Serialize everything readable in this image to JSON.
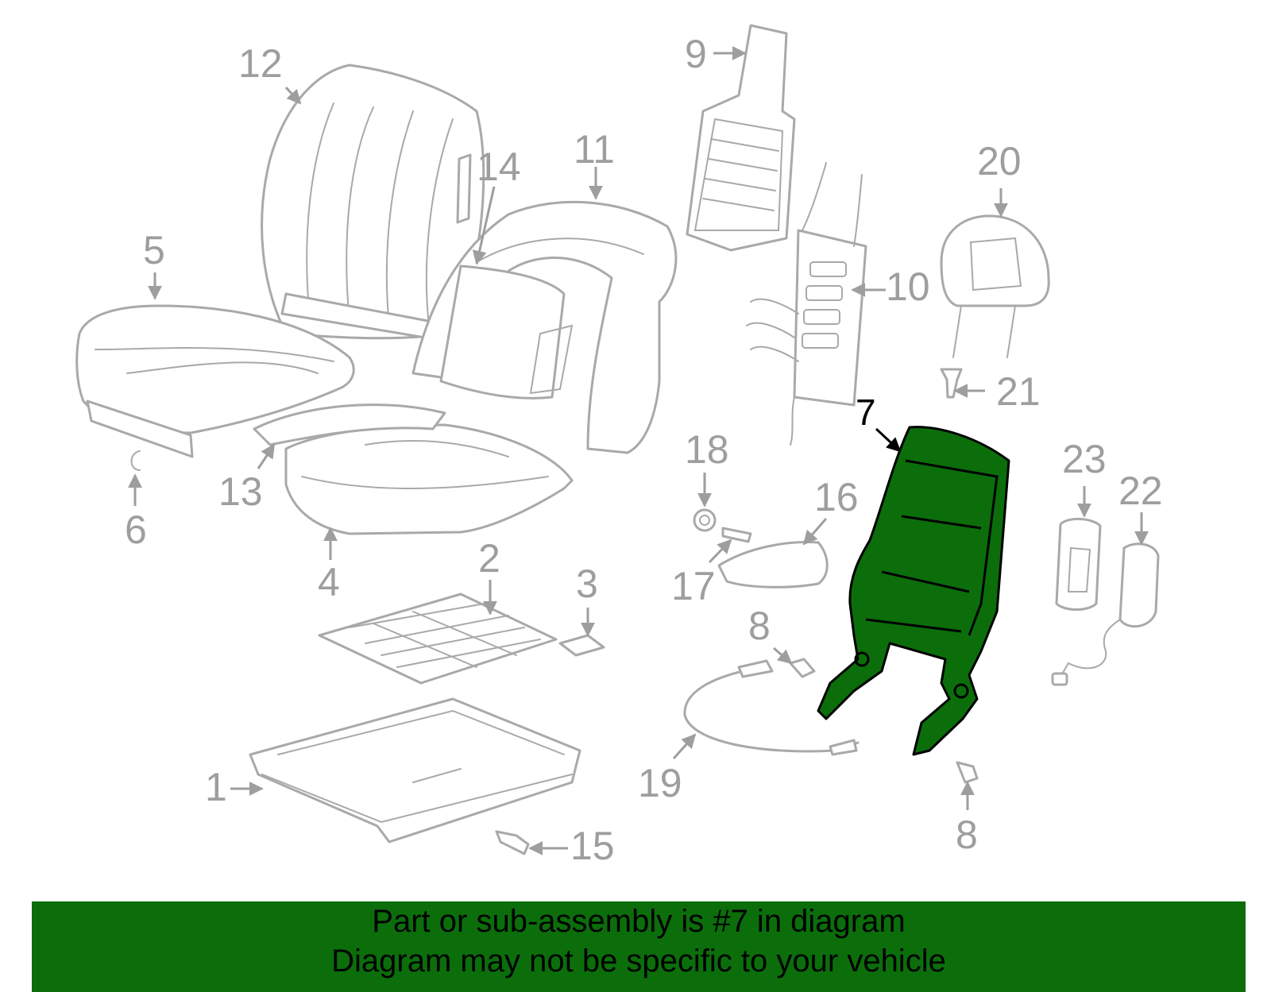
{
  "callouts": {
    "c1": "1",
    "c2": "2",
    "c3": "3",
    "c4": "4",
    "c5": "5",
    "c6": "6",
    "c7": "7",
    "c8a": "8",
    "c8b": "8",
    "c9": "9",
    "c10": "10",
    "c11": "11",
    "c12": "12",
    "c13": "13",
    "c14": "14",
    "c15": "15",
    "c16": "16",
    "c17": "17",
    "c18": "18",
    "c19": "19",
    "c20": "20",
    "c21": "21",
    "c22": "22",
    "c23": "23"
  },
  "banner": {
    "line1": "Part or sub-assembly is #7 in diagram",
    "line2": "Diagram may not be specific to your vehicle"
  },
  "colors": {
    "highlight": "#0b6e0b",
    "part_outline": "#a9a9a9",
    "callout_text": "#9e9e9e"
  }
}
